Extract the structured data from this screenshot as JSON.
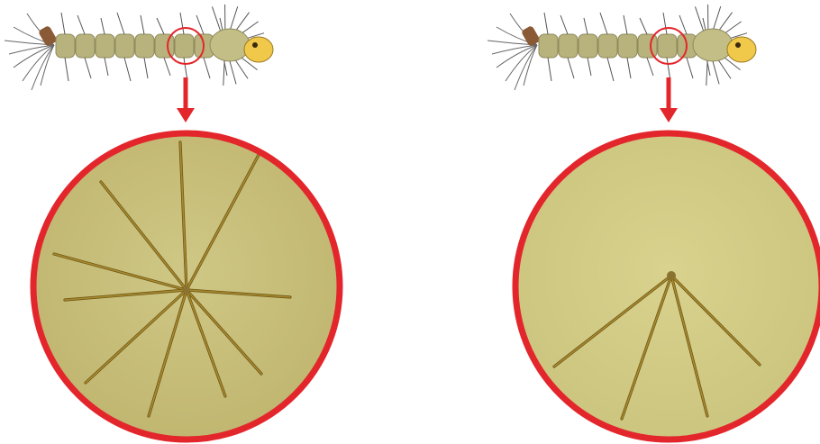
{
  "panels": [
    {
      "id": "left",
      "description_label": "",
      "tuft_hairs": 10,
      "circle_color": "#e3262b",
      "fill_color": "#c9c07d"
    },
    {
      "id": "right",
      "description_label": "",
      "tuft_hairs": 4,
      "circle_color": "#e3262b",
      "fill_color": "#d3cd86"
    }
  ],
  "colors": {
    "larva_body": "#b8b27c",
    "larva_head": "#f1c94a",
    "larva_bristle": "#555555",
    "siphon": "#8a5a36",
    "hair": "#a88a2e",
    "hair_dark": "#6e5716",
    "arrow": "#e3262b"
  },
  "icons": [
    "larva-illustration",
    "magnify-arrow-icon",
    "tuft-hair"
  ]
}
